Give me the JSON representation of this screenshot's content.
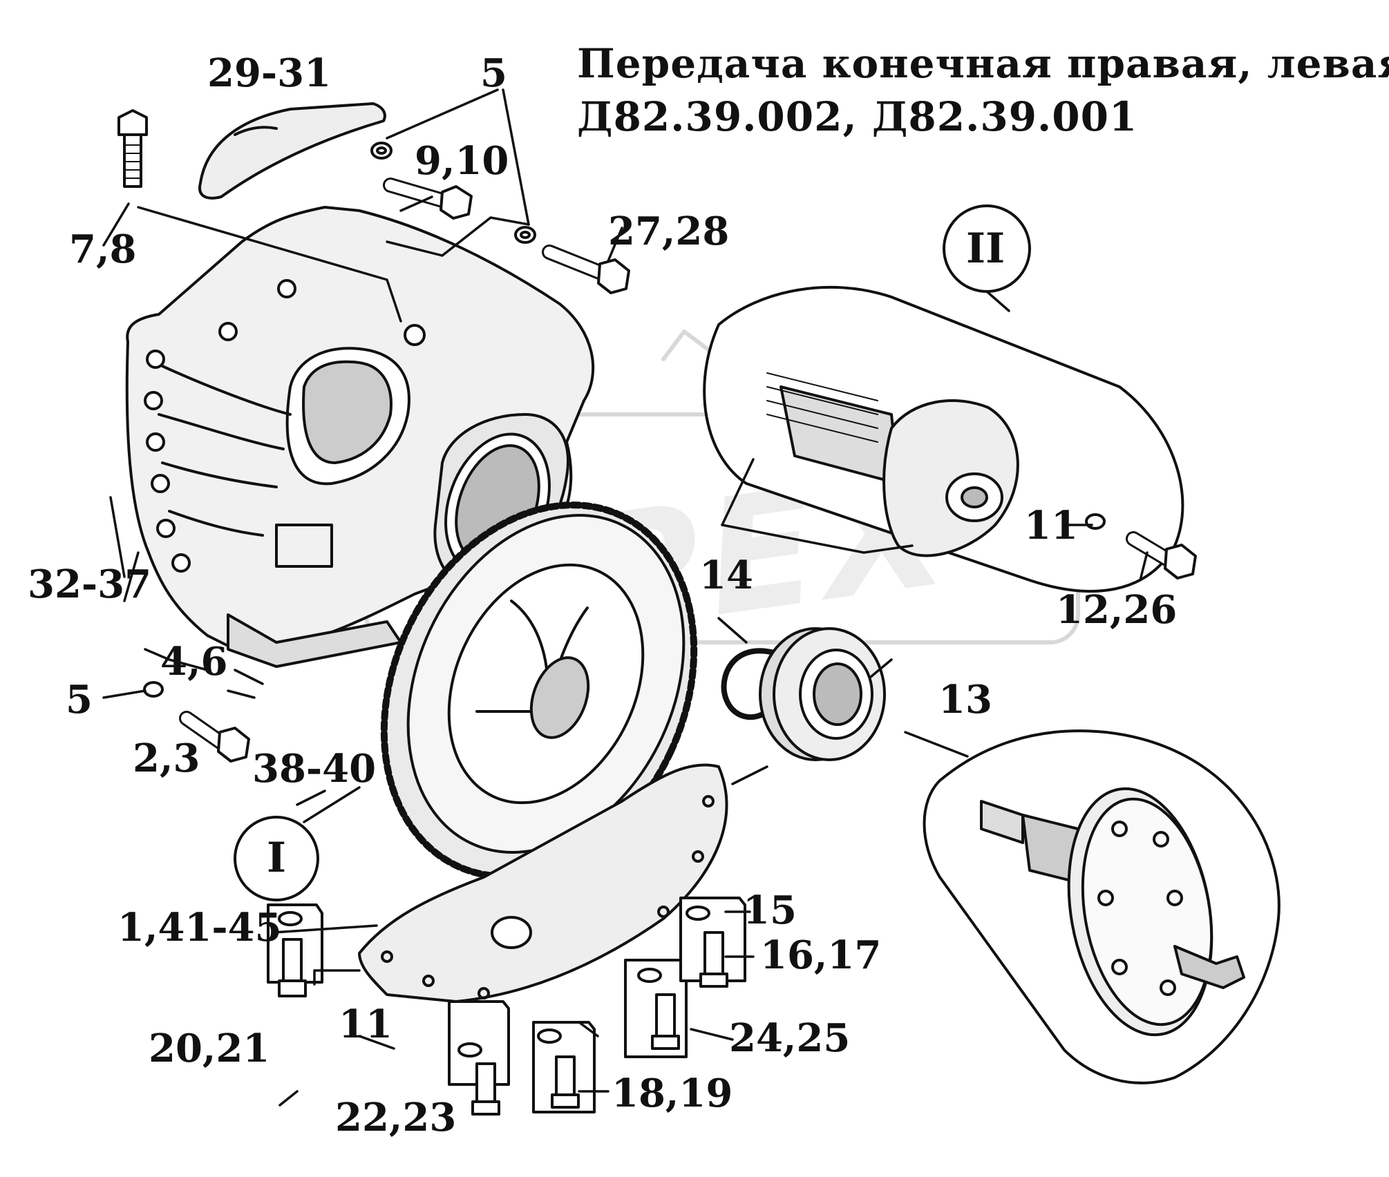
{
  "colors": {
    "ink": "#111111",
    "paper": "#ffffff",
    "shade": "#bdbdbd",
    "watermark": "#dcdcdc"
  },
  "title": {
    "line1": "Передача конечная правая, левая",
    "line2": "Д82.39.002, Д82.39.001"
  },
  "watermark": {
    "text": "OPEX"
  },
  "assemblies": {
    "first": "I",
    "second": "II"
  },
  "callouts": {
    "c29_31": "29-31",
    "c5_top": "5",
    "c9_10": "9,10",
    "c27_28": "27,28",
    "c7_8": "7,8",
    "c32_37": "32-37",
    "c14": "14",
    "c11_right": "11",
    "c12_26": "12,26",
    "c13": "13",
    "c4_6": "4,6",
    "c5_left": "5",
    "c2_3": "2,3",
    "c38_40": "38-40",
    "c1_41_45": "1,41-45",
    "c15": "15",
    "c16_17": "16,17",
    "c11_bottom": "11",
    "c20_21": "20,21",
    "c24_25": "24,25",
    "c22_23": "22,23",
    "c18_19": "18,19"
  }
}
